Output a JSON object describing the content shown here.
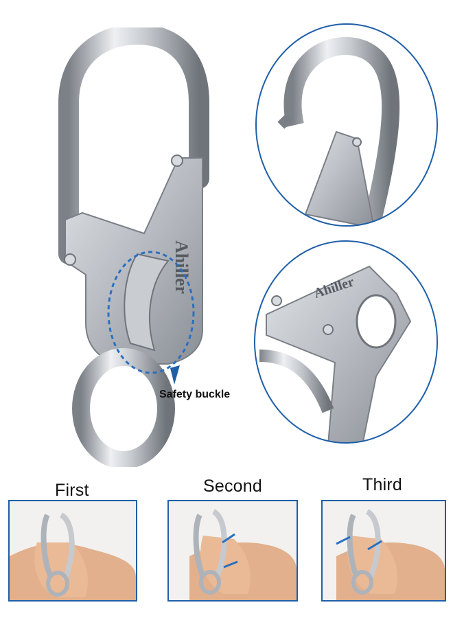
{
  "callout": {
    "safety_label": "Safety buckle"
  },
  "brand": {
    "engraving": "Ahiller"
  },
  "steps": [
    {
      "label": "First"
    },
    {
      "label": "Second"
    },
    {
      "label": "Third"
    }
  ],
  "colors": {
    "accent_blue": "#1f5fa8",
    "dash_blue": "#2a6fc0",
    "steel": "#b9bdc3"
  }
}
